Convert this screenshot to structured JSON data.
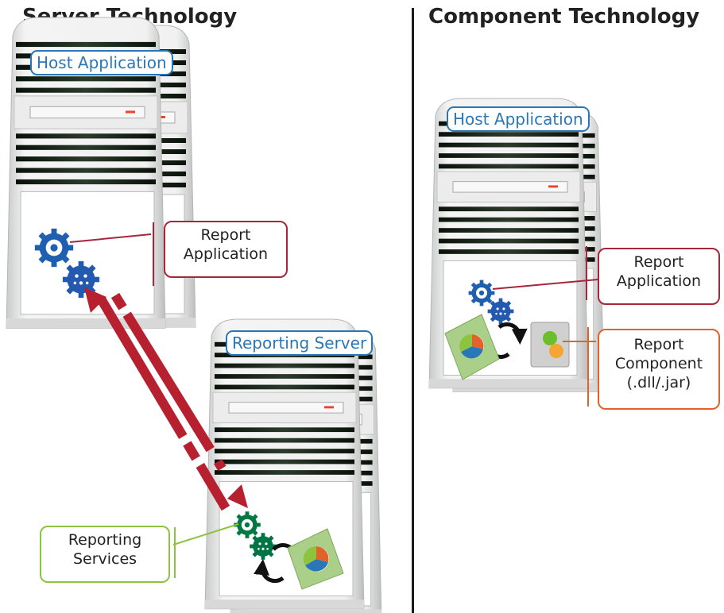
{
  "left": {
    "heading": "Server Technology",
    "host_label": "Host Application",
    "report_app": [
      "Report",
      "Application"
    ],
    "server_label": "Reporting Server",
    "services": [
      "Reporting",
      "Services"
    ]
  },
  "right": {
    "heading": "Component Technology",
    "host_label": "Host Application",
    "report_app": [
      "Report",
      "Application"
    ],
    "component": [
      "Report",
      "Component",
      "(.dll/.jar)"
    ]
  },
  "colors": {
    "blue": "#2a77b8",
    "red": "#a8263b",
    "orange": "#e2622b",
    "green": "#8cc43f"
  }
}
